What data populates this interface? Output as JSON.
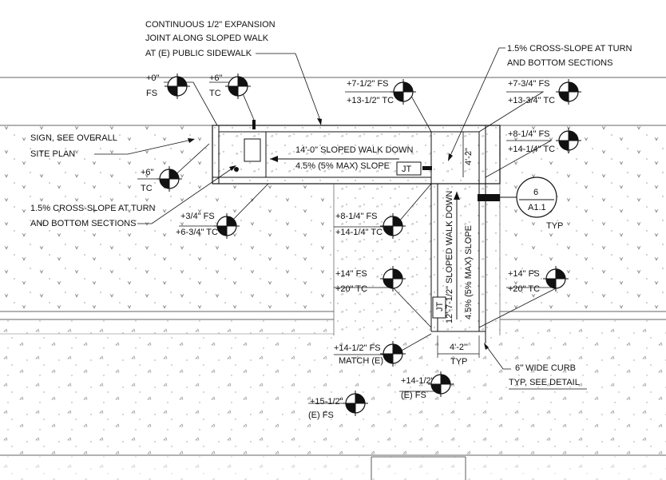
{
  "notes": {
    "expansion_joint": [
      "CONTINUOUS 1/2\" EXPANSION",
      "JOINT ALONG SLOPED WALK",
      "AT (E) PUBLIC SIDEWALK"
    ],
    "cross_slope_top": [
      "1.5% CROSS-SLOPE AT TURN",
      "AND BOTTOM SECTIONS"
    ],
    "sign": [
      "SIGN, SEE OVERALL",
      "SITE PLAN"
    ],
    "cross_slope_left": [
      "1.5% CROSS-SLOPE AT TURN",
      "AND BOTTOM SECTIONS"
    ],
    "curb": [
      "6\" WIDE CURB",
      "TYP, SEE DETAIL"
    ]
  },
  "walk_labels": {
    "upper_line1": "14'-0\" SLOPED WALK DOWN",
    "upper_line2": "4.5% (5% MAX) SLOPE",
    "vertical_line1": "12'-7-1/2\" SLOPED WALK DOWN",
    "vertical_line2": "4.5% (5% MAX) SLOPE",
    "joint_tag": "JT",
    "joint_tag_vertical": "JT"
  },
  "dimensions": {
    "width_right": "4'-2\"",
    "width_bottom": "4'-2\"",
    "width_bottom_typ": "TYP"
  },
  "detail_callout": {
    "number": "6",
    "sheet": "A1.1",
    "typ": "TYP"
  },
  "elevations": {
    "e1": [
      "+0\"",
      "FS"
    ],
    "e2": [
      "+6\"",
      "TC"
    ],
    "e3": [
      "+7-1/2\" FS",
      "+13-1/2\" TC"
    ],
    "e4": [
      "+7-3/4\" FS",
      "+13-3/4\" TC"
    ],
    "e5": [
      "+8-1/4\" FS",
      "+14-1/4\" TC"
    ],
    "e6": [
      "+6\"",
      "TC"
    ],
    "e7": [
      "+3/4\" FS",
      "+6-3/4\" TC"
    ],
    "e8": [
      "+8-1/4\" FS",
      "+14-1/4\" TC"
    ],
    "e9": [
      "+14\" FS",
      "+20\" TC"
    ],
    "e10": [
      "+14\" FS",
      "+20\" TC"
    ],
    "e11": [
      "+14-1/2\" FS",
      "MATCH (E)"
    ],
    "e12": [
      "+14-1/2\"",
      "(E) FS"
    ],
    "e13": [
      "+15-1/2\"",
      "(E) FS"
    ]
  },
  "colors": {
    "line": "#111111",
    "hatch": "#555555",
    "background": "#ffffff"
  }
}
